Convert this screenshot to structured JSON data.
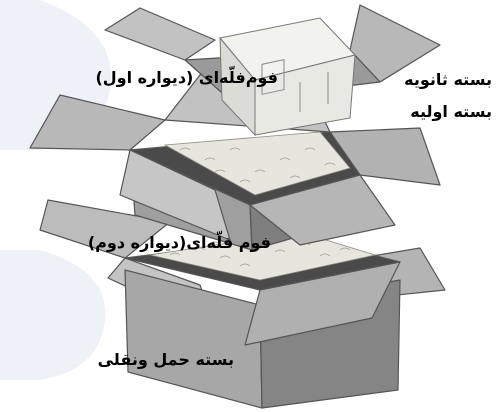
{
  "labels": {
    "secondary_package": "بسته ثانویه",
    "primary_package": "بسته اولیه",
    "foam_first_wall": "فوم‌فلّه‌ای (دیواره اول)",
    "foam_second_wall": "فوم فلّه‌ای(دیواره دوم)",
    "transport_package": "بسته حمل ونقلی"
  },
  "colors": {
    "background": "#ffffff",
    "watermark": "#eef1f8",
    "box_face": "#a7a7a7",
    "box_face_dark": "#858585",
    "box_flap": "#bcbcbc",
    "box_interior": "#4a4a4a",
    "foam": "#e6e6df",
    "device": "#f2f2ee",
    "outline": "#555555",
    "text": "#000000"
  }
}
